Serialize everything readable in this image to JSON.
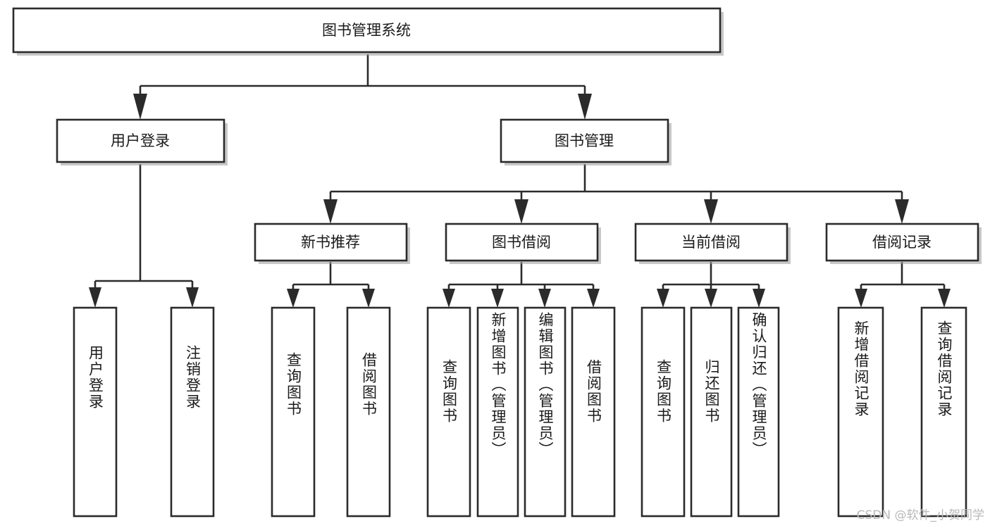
{
  "diagram": {
    "title": "图书管理系统",
    "type": "hierarchy-tree",
    "root": {
      "id": "root",
      "label": "图书管理系统"
    },
    "level1": [
      {
        "id": "user-login",
        "label": "用户登录"
      },
      {
        "id": "book-manage",
        "label": "图书管理"
      }
    ],
    "level2": [
      {
        "id": "new-book-recommend",
        "label": "新书推荐",
        "parent": "book-manage"
      },
      {
        "id": "book-borrow",
        "label": "图书借阅",
        "parent": "book-manage"
      },
      {
        "id": "current-borrow",
        "label": "当前借阅",
        "parent": "book-manage"
      },
      {
        "id": "borrow-record",
        "label": "借阅记录",
        "parent": "book-manage"
      }
    ],
    "leaves": [
      {
        "id": "leaf-user-login",
        "label": "用户登录",
        "parent": "user-login"
      },
      {
        "id": "leaf-logout",
        "label": "注销登录",
        "parent": "user-login"
      },
      {
        "id": "leaf-query-book-1",
        "label": "查询图书",
        "parent": "new-book-recommend"
      },
      {
        "id": "leaf-borrow-book-1",
        "label": "借阅图书",
        "parent": "new-book-recommend"
      },
      {
        "id": "leaf-query-book-2",
        "label": "查询图书",
        "parent": "book-borrow"
      },
      {
        "id": "leaf-add-book",
        "label": "新增图书（管理员）",
        "parent": "book-borrow"
      },
      {
        "id": "leaf-edit-book",
        "label": "编辑图书（管理员）",
        "parent": "book-borrow"
      },
      {
        "id": "leaf-borrow-book-2",
        "label": "借阅图书",
        "parent": "book-borrow"
      },
      {
        "id": "leaf-query-book-3",
        "label": "查询图书",
        "parent": "current-borrow"
      },
      {
        "id": "leaf-return-book",
        "label": "归还图书",
        "parent": "current-borrow"
      },
      {
        "id": "leaf-confirm-return",
        "label": "确认归还（管理员）",
        "parent": "current-borrow"
      },
      {
        "id": "leaf-add-record",
        "label": "新增借阅记录",
        "parent": "borrow-record"
      },
      {
        "id": "leaf-query-record",
        "label": "查询借阅记录",
        "parent": "borrow-record"
      }
    ],
    "watermark": "CSDN @软件_小贺同学",
    "colors": {
      "stroke": "#2b2b2b",
      "fill": "#ffffff",
      "text": "#1a1a1a",
      "watermark": "#b9b9b9"
    }
  }
}
